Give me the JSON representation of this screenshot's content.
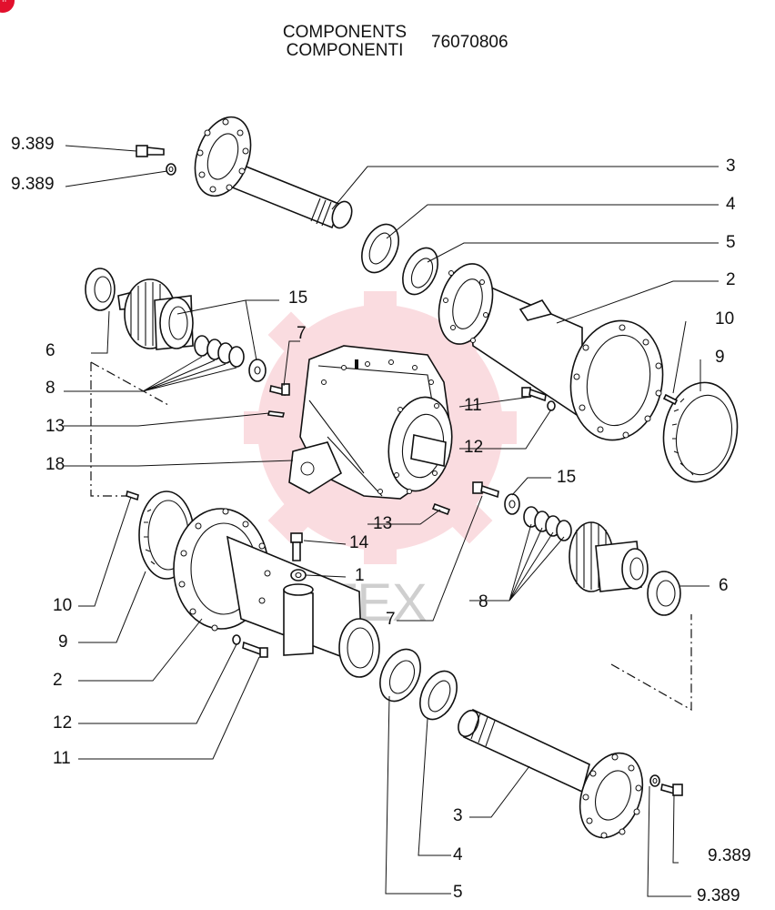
{
  "header": {
    "title_en": "COMPONENTS",
    "title_it": "COMPONENTI",
    "code": "76070806"
  },
  "corner_badge": {
    "text": "n°"
  },
  "watermark": {
    "text": "HTEX",
    "color": "#e2102d"
  },
  "callouts": {
    "c_9389_a": "9.389",
    "c_9389_b": "9.389",
    "c_3_top": "3",
    "c_4_top": "4",
    "c_5_top": "5",
    "c_2_right": "2",
    "c_15_left": "15",
    "c_6_left": "6",
    "c_7_top": "7",
    "c_10_right": "10",
    "c_9_right": "9",
    "c_8_left": "8",
    "c_11_mid": "11",
    "c_13_left": "13",
    "c_12_mid": "12",
    "c_18": "18",
    "c_15_right": "15",
    "c_13_mid": "13",
    "c_14": "14",
    "c_6_right": "6",
    "c_1": "1",
    "c_10_left": "10",
    "c_8_right": "8",
    "c_7_mid": "7",
    "c_9_left": "9",
    "c_2_left": "2",
    "c_12_left": "12",
    "c_11_left": "11",
    "c_3_bottom": "3",
    "c_9389_c": "9.389",
    "c_4_bottom": "4",
    "c_5_bottom": "5",
    "c_9389_d": "9.389"
  }
}
